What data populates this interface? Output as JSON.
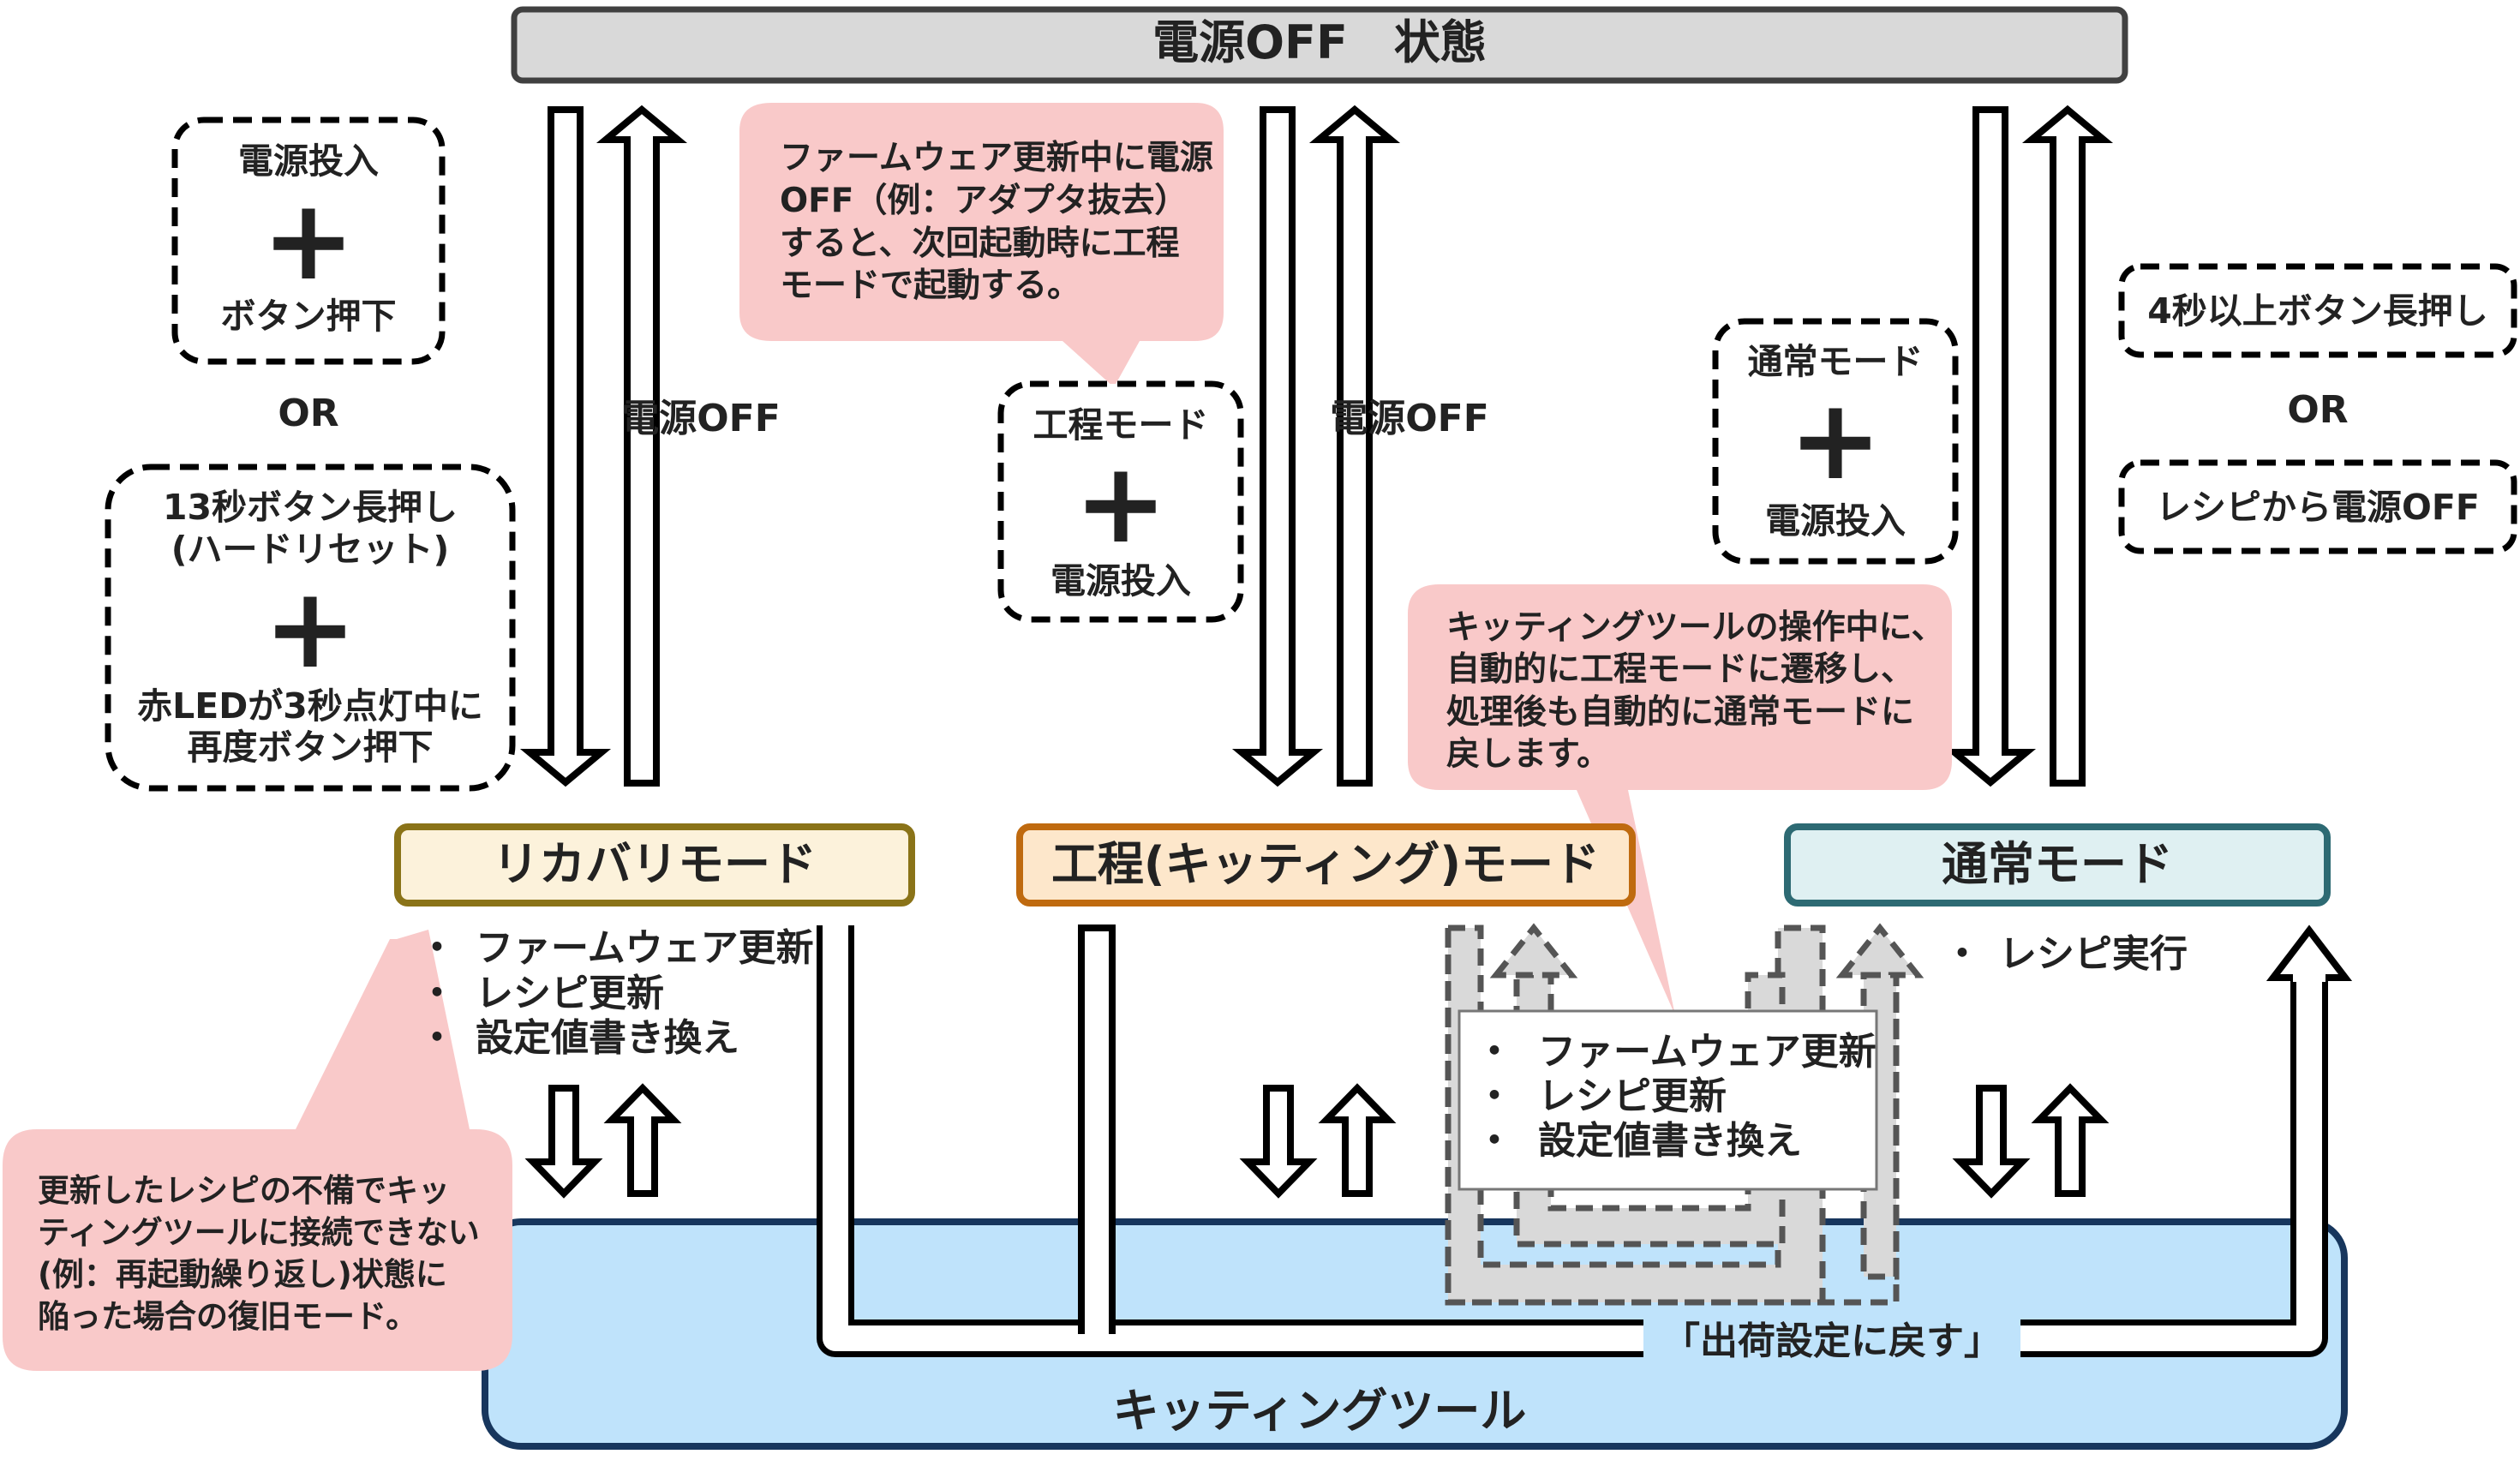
{
  "header": {
    "title": "電源OFF　状態"
  },
  "recovery_entry": {
    "cond1": {
      "top": "電源投入",
      "bottom": "ボタン押下"
    },
    "or_label": "OR",
    "cond2": {
      "line1": "13秒ボタン長押し",
      "line2": "(ハードリセット)",
      "line3": "赤LEDが3秒点灯中に",
      "line4": "再度ボタン押下"
    }
  },
  "power_off_labels": {
    "left": "電源OFF",
    "middle": "電源OFF"
  },
  "callout_firmware": {
    "line1": "ファームウェア更新中に電源",
    "line2": "OFF（例：アダプタ抜去）",
    "line3": "すると、次回起動時に工程",
    "line4": "モードで起動する。"
  },
  "kitting_entry": {
    "top": "工程モード",
    "bottom": "電源投入"
  },
  "normal_entry": {
    "top": "通常モード",
    "bottom": "電源投入"
  },
  "normal_exit": {
    "cond1": "4秒以上ボタン長押し",
    "or_label": "OR",
    "cond2": "レシピから電源OFF"
  },
  "callout_kitting_tool": {
    "line1": "キッティングツールの操作中に、",
    "line2": "自動的に工程モードに遷移し、",
    "line3": "処理後も自動的に通常モードに",
    "line4": "戻します。"
  },
  "modes": {
    "recovery": "リカバリモード",
    "kitting": "工程(キッティング)モード",
    "normal": "通常モード"
  },
  "recovery_features": {
    "bullet": "・",
    "items": [
      "ファームウェア更新",
      "レシピ更新",
      "設定値書き換え"
    ]
  },
  "auto_features": {
    "bullet": "・",
    "items": [
      "ファームウェア更新",
      "レシピ更新",
      "設定値書き換え"
    ]
  },
  "normal_features": {
    "bullet": "・",
    "items": [
      "レシピ実行"
    ]
  },
  "callout_recovery": {
    "line1": "更新したレシピの不備でキッ",
    "line2": "ティングツールに接続できない",
    "line3": "(例：再起動繰り返し)状態に",
    "line4": "陥った場合の復旧モード。"
  },
  "factory_reset_label": "「出荷設定に戻す」",
  "kitting_tool": {
    "label": "キッティングツール"
  },
  "colors": {
    "header_fill": "#d9d9d9",
    "recovery_fill": "#fcf2db",
    "recovery_border": "#8a7318",
    "kitting_fill": "#fde7cb",
    "kitting_border": "#bf6a0f",
    "normal_fill": "#dff0f2",
    "normal_border": "#2d6a73",
    "callout_fill": "#f9c9c9",
    "tool_fill": "#bfe3fb",
    "tool_border": "#17365d",
    "gray_arrow": "#d9d9d9"
  }
}
